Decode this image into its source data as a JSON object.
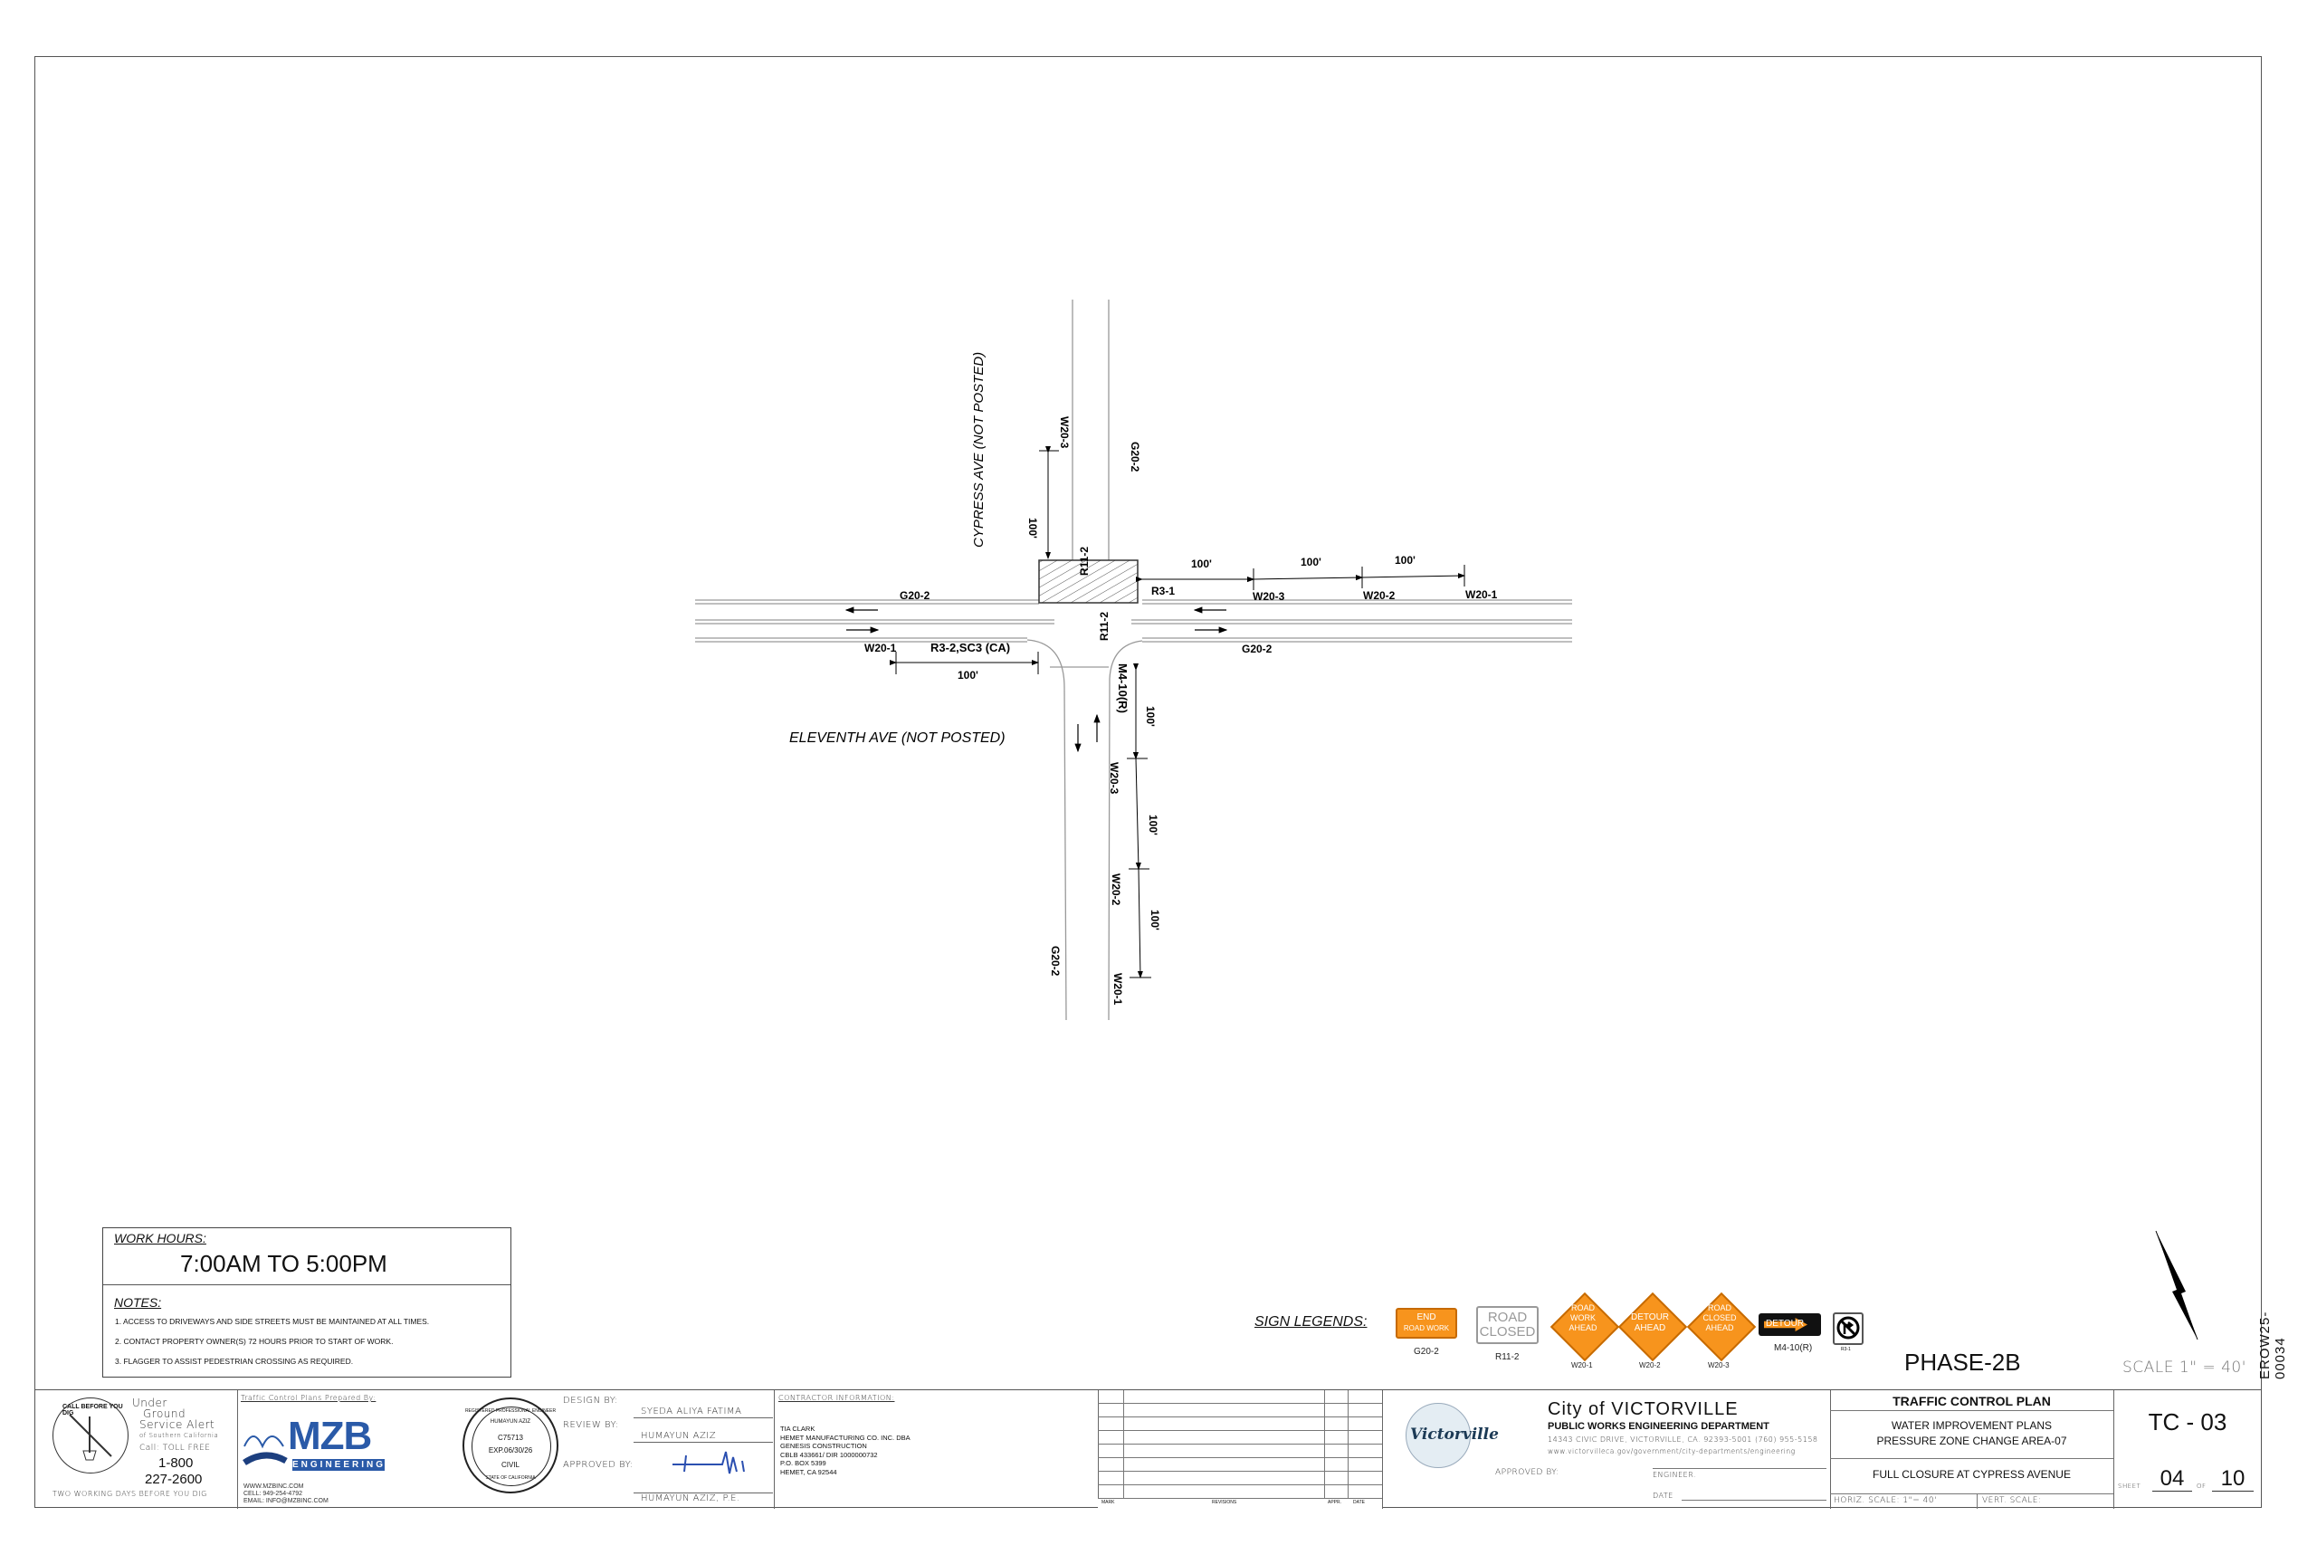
{
  "drawing": {
    "streets": {
      "north_south": "CYPRESS AVE (NOT POSTED)",
      "east_west": "ELEVENTH AVE (NOT POSTED)"
    },
    "dimension_label": "100'",
    "sign_callouts": {
      "north_w20_3": "W20-3",
      "north_g20_2": "G20-2",
      "r11_2_top": "R11-2",
      "r3_1": "R3-1",
      "east_w20_3": "W20-3",
      "east_w20_2": "W20-2",
      "east_w20_1": "W20-1",
      "west_g20_2": "G20-2",
      "west_w20_1": "W20-1",
      "r3_2": "R3-2,SC3 (CA)",
      "r11_2_low": "R11-2",
      "east_g20_2": "G20-2",
      "m4_10": "M4-10(R)",
      "south_w20_3": "W20-3",
      "south_w20_2": "W20-2",
      "south_g20_2": "G20-2",
      "south_w20_1": "W20-1"
    }
  },
  "work_hours": {
    "label": "WORK HOURS:",
    "value": "7:00AM TO 5:00PM"
  },
  "notes": {
    "label": "NOTES:",
    "items": [
      "1. ACCESS TO DRIVEWAYS AND SIDE STREETS MUST BE MAINTAINED AT ALL TIMES.",
      "2. CONTACT PROPERTY OWNER(S) 72 HOURS PRIOR TO START OF WORK.",
      "3. FLAGGER TO ASSIST PEDESTRIAN CROSSING AS REQUIRED."
    ]
  },
  "sign_legend": {
    "title": "SIGN LEGENDS:",
    "signs": [
      {
        "code": "G20-2",
        "line1": "END",
        "line2": "ROAD WORK",
        "color": "#f7941d"
      },
      {
        "code": "R11-2",
        "line1": "ROAD",
        "line2": "CLOSED",
        "color": "#ffffff"
      },
      {
        "code": "W20-1",
        "line1": "ROAD",
        "line2": "WORK",
        "line3": "AHEAD",
        "color": "#f7941d"
      },
      {
        "code": "W20-2",
        "line1": "DETOUR",
        "line2": "AHEAD",
        "color": "#f7941d"
      },
      {
        "code": "W20-3",
        "line1": "ROAD",
        "line2": "CLOSED",
        "line3": "AHEAD",
        "color": "#f7941d"
      },
      {
        "code": "M4-10(R)",
        "line1": "DETOUR",
        "color": "#111111"
      },
      {
        "code": "R3-1"
      }
    ]
  },
  "phase": "PHASE-2B",
  "scale": "SCALE 1\" = 40'",
  "permit_number": "EROW25-00034",
  "title_block": {
    "usa": {
      "l1": "Under",
      "l2": "Ground",
      "l3": "Service Alert",
      "l4": "of Southern California",
      "call": "Call:  TOLL FREE",
      "p1": "1-800",
      "p2": "227-2600",
      "footer": "TWO WORKING DAYS BEFORE YOU DIG",
      "seal_text": "CALL BEFORE YOU DIG"
    },
    "preparer": {
      "label": "Traffic Control Plans Prepared By:",
      "logo": "MZB",
      "logo_sub": "ENGINEERING",
      "web": "WWW.MZBINC.COM",
      "cell": "CELL:  949-254-4792",
      "email": "EMAIL: INFO@MZBINC.COM"
    },
    "seal": {
      "ring": "REGISTERED PROFESSIONAL ENGINEER",
      "name": "HUMAYUN AZIZ",
      "number": "C75713",
      "exp": "EXP.06/30/26",
      "type": "CIVIL",
      "state": "STATE OF CALIFORNIA"
    },
    "design": {
      "design_label": "DESIGN BY:",
      "design_value": "SYEDA ALIYA FATIMA",
      "review_label": "REVIEW BY:",
      "review_value": "HUMAYUN AZIZ",
      "approved_label": "APPROVED BY:",
      "approved_value": "HUMAYUN AZIZ, P.E."
    },
    "contractor": {
      "label": "CONTRACTOR INFORMATION:",
      "lines": [
        "TIA CLARK",
        "HEMET MANUFACTURING CO. INC. DBA",
        "GENESIS CONSTRUCTION",
        "CBLB 433661/ DIR 1000000732",
        "P.O. BOX 5399",
        "HEMET, CA 92544"
      ]
    },
    "revisions": {
      "mark": "MARK",
      "revisions": "REVISIONS",
      "appr": "APPR.",
      "date": "DATE"
    },
    "city": {
      "logo": "Victorville",
      "name": "City of VICTORVILLE",
      "dept": "PUBLIC WORKS ENGINEERING DEPARTMENT",
      "address": "14343 CIVIC DRIVE, VICTORVILLE, CA. 92393-5001 (760) 955-5158",
      "url": "www.victorvilleca.gov/government/city-departments/engineering",
      "approved": "APPROVED BY:",
      "engineer": "ENGINEER.",
      "date": "DATE"
    },
    "plan": {
      "title": "TRAFFIC CONTROL PLAN",
      "project1": "WATER IMPROVEMENT PLANS",
      "project2": "PRESSURE ZONE CHANGE AREA-07",
      "desc": "FULL CLOSURE AT CYPRESS AVENUE",
      "horiz": "HORIZ. SCALE:  1\"= 40'",
      "vert": "VERT. SCALE:"
    },
    "sheet": {
      "id": "TC - 03",
      "sheet_label": "SHEET",
      "num": "04",
      "of_label": "OF",
      "total": "10"
    }
  }
}
